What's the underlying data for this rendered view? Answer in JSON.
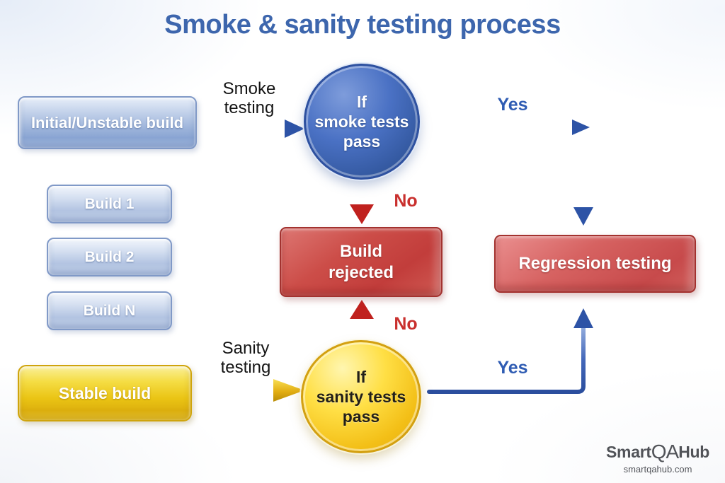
{
  "title": "Smoke & sanity testing process",
  "nodes": {
    "initial_build": "Initial/Unstable build",
    "build_1": "Build 1",
    "build_2": "Build 2",
    "build_n": "Build N",
    "stable_build": "Stable build",
    "smoke_decision": {
      "line1": "If",
      "line2": "smoke tests",
      "line3": "pass"
    },
    "sanity_decision": {
      "line1": "If",
      "line2": "sanity tests",
      "line3": "pass"
    },
    "build_rejected": {
      "line1": "Build",
      "line2": "rejected"
    },
    "regression_testing": "Regression testing"
  },
  "edges": {
    "smoke_label": "Smoke testing",
    "sanity_label": "Sanity testing",
    "yes_top": "Yes",
    "yes_bottom": "Yes",
    "no_top": "No",
    "no_bottom": "No"
  },
  "colors": {
    "title": "#3d66ad",
    "yes_label": "#2f5cb3",
    "no_label": "#c9302e",
    "blue_node": "#3f66b8",
    "yellow_node": "#eec41c",
    "red_node": "#c74a4b",
    "glass_node": "#9cb3da"
  },
  "footer": {
    "brand_smart": "Smart",
    "brand_qa": "QA",
    "brand_hub": "Hub",
    "website": "smartqahub.com"
  }
}
